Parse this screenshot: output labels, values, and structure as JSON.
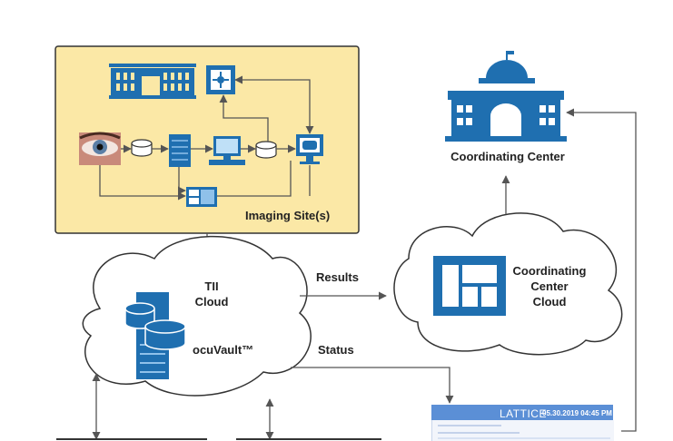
{
  "labels": {
    "imaging_site": "Imaging Site(s)",
    "coordinating_center": "Coordinating Center",
    "tii_cloud": "TII\nCloud",
    "ocuvault": "ocuVault™",
    "cc_cloud": "Coordinating\nCenter\nCloud",
    "results": "Results",
    "status": "Status"
  },
  "lattice": {
    "brand": "LATTICE",
    "datetime": "05.30.2019   04:45 PM"
  },
  "colors": {
    "panel_fill": "#fbe8a6",
    "panel_border": "#333333",
    "icon_blue": "#1f6fb0",
    "arrow": "#555555"
  },
  "icons": [
    "hospital-building-icon",
    "network-switch-icon",
    "eye-photo-icon",
    "disk-icon",
    "server-tower-icon",
    "computer-workstation-icon",
    "monitor-icon",
    "dashboard-icon",
    "capitol-building-icon",
    "database-server-icon",
    "layout-icon"
  ]
}
